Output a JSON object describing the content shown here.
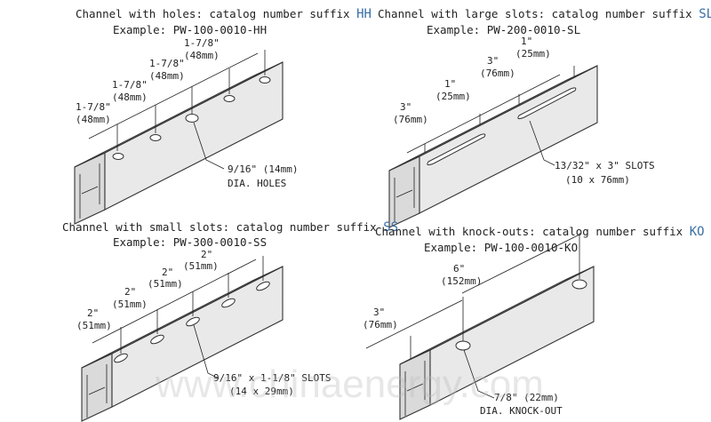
{
  "panels": {
    "hh": {
      "title": "Channel with holes: catalog number suffix",
      "suffix": "HH",
      "example": "Example: PW-100-0010-HH",
      "dims": [
        {
          "value": "1-7/8\"",
          "metric": "(48mm)"
        },
        {
          "value": "1-7/8\"",
          "metric": "(48mm)"
        },
        {
          "value": "1-7/8\"",
          "metric": "(48mm)"
        },
        {
          "value": "1-7/8\"",
          "metric": "(48mm)"
        }
      ],
      "callout": [
        "9/16\" (14mm)",
        "DIA. HOLES"
      ]
    },
    "sl": {
      "title": "Channel with large slots: catalog number suffix",
      "suffix": "SL",
      "example": "Example: PW-200-0010-SL",
      "dims": [
        {
          "value": "3\"",
          "metric": "(76mm)"
        },
        {
          "value": "1\"",
          "metric": "(25mm)"
        },
        {
          "value": "3\"",
          "metric": "(76mm)"
        },
        {
          "value": "1\"",
          "metric": "(25mm)"
        }
      ],
      "callout": [
        "13/32\" x 3\" SLOTS",
        "(10 x 76mm)"
      ]
    },
    "ss": {
      "title": "Channel with small slots: catalog number suffix",
      "suffix": "SS",
      "example": "Example: PW-300-0010-SS",
      "dims": [
        {
          "value": "2\"",
          "metric": "(51mm)"
        },
        {
          "value": "2\"",
          "metric": "(51mm)"
        },
        {
          "value": "2\"",
          "metric": "(51mm)"
        },
        {
          "value": "2\"",
          "metric": "(51mm)"
        }
      ],
      "callout": [
        "9/16\" x 1-1/8\" SLOTS",
        "(14 x 29mm)"
      ]
    },
    "ko": {
      "title": "Channel with knock-outs: catalog number suffix",
      "suffix": "KO",
      "example": "Example: PW-100-0010-KO",
      "dims": [
        {
          "value": "6\"",
          "metric": "(152mm)"
        },
        {
          "value": "3\"",
          "metric": "(76mm)"
        }
      ],
      "callout": [
        "7/8\" (22mm)",
        "DIA. KNOCK-OUT"
      ]
    }
  },
  "watermark": "www.chinaenergy.com"
}
